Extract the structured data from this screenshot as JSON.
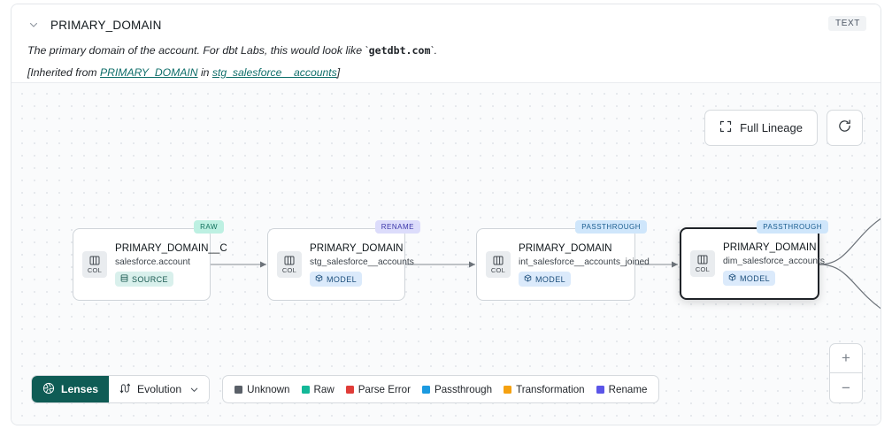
{
  "header": {
    "chevron_icon": "chevron-down-icon",
    "title": "PRIMARY_DOMAIN",
    "type_badge": "TEXT",
    "description_pre": "The primary domain of the account. For dbt Labs, this would look like `",
    "description_code": "getdbt.com",
    "description_post": "`.",
    "inherited_prefix": "[Inherited from ",
    "inherited_column": "PRIMARY_DOMAIN",
    "inherited_middle": " in ",
    "inherited_model": "stg_salesforce__accounts",
    "inherited_suffix": "]"
  },
  "controls": {
    "full_lineage_label": "Full Lineage",
    "full_lineage_icon": "expand-corners-icon",
    "refresh_icon": "refresh-icon",
    "zoom_in_label": "+",
    "zoom_out_label": "−"
  },
  "graph": {
    "nodes": [
      {
        "tag": "RAW",
        "tag_kind": "raw",
        "chip_label": "COL",
        "chip_icon": "column-icon",
        "title": "PRIMARY_DOMAIN__C",
        "subtitle": "salesforce.account",
        "kind_label": "SOURCE",
        "kind_icon": "database-icon",
        "kind_class": "kind-source",
        "selected": false
      },
      {
        "tag": "RENAME",
        "tag_kind": "rename",
        "chip_label": "COL",
        "chip_icon": "column-icon",
        "title": "PRIMARY_DOMAIN",
        "subtitle": "stg_salesforce__accounts",
        "kind_label": "MODEL",
        "kind_icon": "cube-icon",
        "kind_class": "kind-model",
        "selected": false
      },
      {
        "tag": "PASSTHROUGH",
        "tag_kind": "passthrough",
        "chip_label": "COL",
        "chip_icon": "column-icon",
        "title": "PRIMARY_DOMAIN",
        "subtitle": "int_salesforce__accounts_joined",
        "kind_label": "MODEL",
        "kind_icon": "cube-icon",
        "kind_class": "kind-model",
        "selected": false
      },
      {
        "tag": "PASSTHROUGH",
        "tag_kind": "passthrough",
        "chip_label": "COL",
        "chip_icon": "column-icon",
        "title": "PRIMARY_DOMAIN",
        "subtitle": "dim_salesforce_accounts",
        "kind_label": "MODEL",
        "kind_icon": "cube-icon",
        "kind_class": "kind-model",
        "selected": true
      }
    ]
  },
  "bottom_bar": {
    "lenses_label": "Lenses",
    "lenses_icon": "aperture-icon",
    "evolution_label": "Evolution",
    "evolution_icon": "evolution-icon",
    "evolution_caret_icon": "chevron-down-icon",
    "legend": [
      {
        "label": "Unknown",
        "color": "#5a6068"
      },
      {
        "label": "Raw",
        "color": "#13b898"
      },
      {
        "label": "Parse Error",
        "color": "#e03c38"
      },
      {
        "label": "Passthrough",
        "color": "#1b9ae0"
      },
      {
        "label": "Transformation",
        "color": "#f5a110"
      },
      {
        "label": "Rename",
        "color": "#5b55e8"
      }
    ]
  }
}
